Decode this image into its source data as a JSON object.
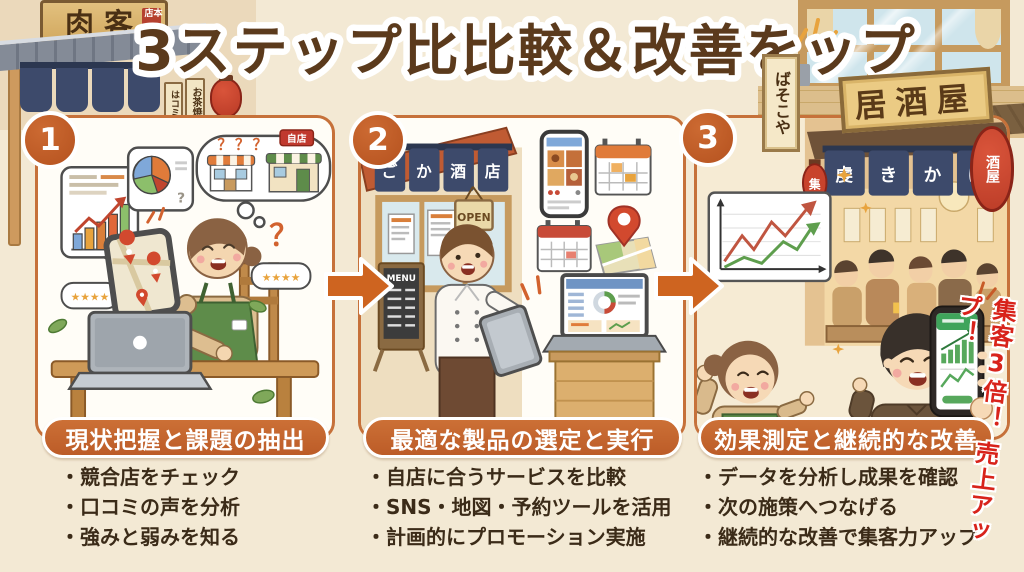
{
  "title": {
    "text": "3ステップ比比較＆改善をップ"
  },
  "side_note": {
    "line1": "集客3倍！",
    "line2": "売上アップ！"
  },
  "background": {
    "left_shop": {
      "sign": "肉客",
      "seal": "本店",
      "side_sign_1": "はコミ",
      "side_sign_2": "お茶焼"
    },
    "right_shop": {
      "sign": "居酒屋",
      "vertical_sign": "ばそこや"
    }
  },
  "steps": [
    {
      "number": "1",
      "label": "現状把握と課題の抽出",
      "bullets": [
        "・競合店をチェック",
        "・口コミの声を分析",
        "・強みと弱みを知る"
      ],
      "scene": {
        "question_marks": "？？？",
        "question_mark": "？",
        "own_store_tag": "自店",
        "rating_left": "★★★★",
        "rating_right": "★★★★"
      }
    },
    {
      "number": "2",
      "label": "最適な製品の選定と実行",
      "bullets": [
        "・自店に合うサービスを比較",
        "・SNS・地図・予約ツールを活用",
        "・計画的にプロモーション実施"
      ],
      "scene": {
        "noren": [
          "ご",
          "か",
          "酒",
          "店"
        ],
        "open_sign": "OPEN",
        "menu_sign": "MENU"
      }
    },
    {
      "number": "3",
      "label": "効果測定と継続的な改善",
      "bullets": [
        "・データを分析し成果を確認",
        "・次の施策へつなげる",
        "・継続的な改善で集客力アップ"
      ],
      "scene": {
        "noren": [
          "虔",
          "き",
          "か",
          "げ"
        ],
        "lantern_left": "集",
        "lantern_right": "酒屋"
      }
    }
  ],
  "colors": {
    "background": "#F3E9D4",
    "accent_orange": "#C4662E",
    "title_brown": "#5B3A1C",
    "note_red": "#D8231B",
    "panel_border": "#C6713A"
  }
}
